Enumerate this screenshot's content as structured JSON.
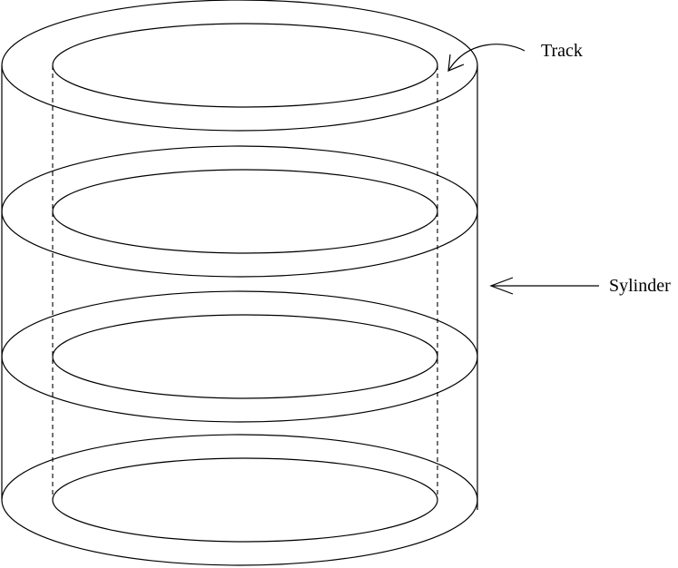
{
  "labels": {
    "track": "Track",
    "cylinder": "Sylinder"
  },
  "platter_count": 4,
  "colors": {
    "stroke": "#000000",
    "background": "#ffffff"
  }
}
